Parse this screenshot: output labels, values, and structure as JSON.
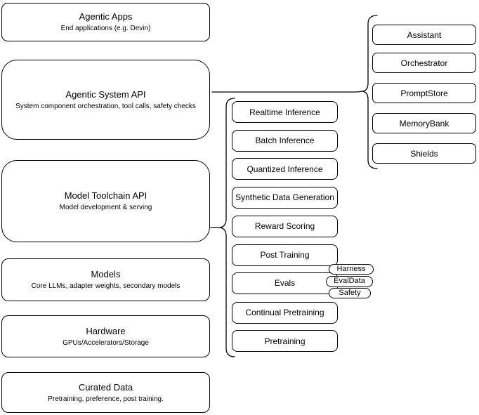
{
  "canvas": {
    "background": "#ffffff",
    "stroke_color": "#000000",
    "text_color": "#000000"
  },
  "left_column": [
    {
      "title": "Agentic Apps",
      "subtitle": "End applications (e.g. Devin)"
    },
    {
      "title": "Agentic System API",
      "subtitle": "System component orchestration, tool calls, safety checks"
    },
    {
      "title": "Model Toolchain API",
      "subtitle": "Model development & serving"
    },
    {
      "title": "Models",
      "subtitle": "Core LLMs, adapter weights, secondary models"
    },
    {
      "title": "Hardware",
      "subtitle": "GPUs/Accelerators/Storage"
    },
    {
      "title": "Curated Data",
      "subtitle": "Pretraining, preference, post training."
    }
  ],
  "toolchain_components": [
    "Realtime Inference",
    "Batch Inference",
    "Quantized Inference",
    "Synthetic Data Generation",
    "Reward Scoring",
    "Post Training",
    "Evals",
    "Continual Pretraining",
    "Pretraining"
  ],
  "system_components": [
    "Assistant",
    "Orchestrator",
    "PromptStore",
    "MemoryBank",
    "Shields"
  ],
  "eval_tags": [
    "Harness",
    "EvalData",
    "Safety"
  ]
}
